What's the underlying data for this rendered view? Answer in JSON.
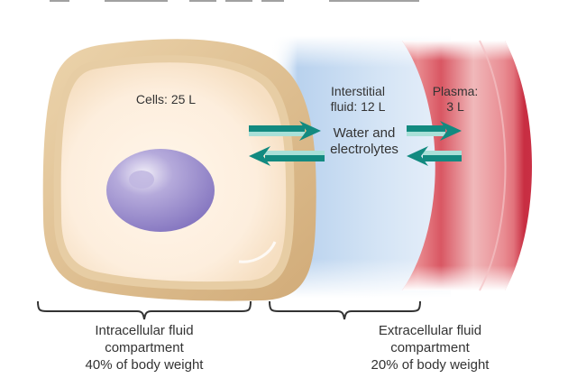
{
  "diagram": {
    "title_cut_off": true,
    "cell": {
      "label": "Cells: 25 L",
      "colors": {
        "membrane_outer": "#d9b88a",
        "membrane_inner": "#e9d2ad",
        "cytoplasm": "#fdf0e0",
        "nucleus": "#8f82c4",
        "nucleolus": "#b3a9d6"
      }
    },
    "interstitial": {
      "label_line1": "Interstitial",
      "label_line2": "fluid: 12 L",
      "color": "#c9ddf1"
    },
    "plasma": {
      "label_line1": "Plasma:",
      "label_line2": "3 L",
      "colors": {
        "vessel_wall": "#e0606a",
        "lumen": "#f1b5b8",
        "dark_edge": "#c0293c"
      }
    },
    "exchange": {
      "label_line1": "Water and",
      "label_line2": "electrolytes",
      "arrow_color": "#128a80",
      "arrow_highlight": "#a9e0d8",
      "arrows": [
        {
          "name": "cell-to-interstitial-arrow",
          "direction": "right"
        },
        {
          "name": "interstitial-to-cell-arrow",
          "direction": "left"
        },
        {
          "name": "interstitial-to-plasma-arrow",
          "direction": "right"
        },
        {
          "name": "plasma-to-interstitial-arrow",
          "direction": "left"
        }
      ]
    },
    "compartments": [
      {
        "line1": "Intracellular fluid",
        "line2": "compartment",
        "line3": "40% of body weight"
      },
      {
        "line1": "Extracellular fluid",
        "line2": "compartment",
        "line3": "20% of body weight"
      }
    ]
  }
}
